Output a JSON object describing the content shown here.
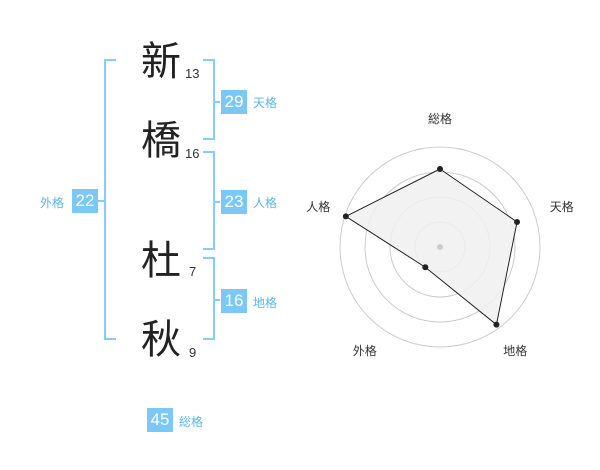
{
  "name": {
    "chars": [
      {
        "char": "新",
        "strokes": "13"
      },
      {
        "char": "橋",
        "strokes": "16"
      },
      {
        "char": "杜",
        "strokes": "7"
      },
      {
        "char": "秋",
        "strokes": "9"
      }
    ]
  },
  "kaku": {
    "tenkaku": {
      "value": "29",
      "label": "天格"
    },
    "jinkaku": {
      "value": "23",
      "label": "人格"
    },
    "chikaku": {
      "value": "16",
      "label": "地格"
    },
    "gaikaku": {
      "value": "22",
      "label": "外格"
    },
    "soukaku": {
      "value": "45",
      "label": "総格"
    }
  },
  "colors": {
    "accent": "#7bc8f6",
    "bracket": "#86cdf8",
    "label": "#5cb6ea",
    "radar_fill": "#f0f0f0",
    "radar_line": "#222222",
    "grid": "#cccccc"
  },
  "chart_data": {
    "type": "radar",
    "axes": [
      "総格",
      "天格",
      "地格",
      "外格",
      "人格"
    ],
    "values": [
      0.78,
      0.81,
      0.96,
      0.25,
      0.99
    ],
    "range": [
      0,
      1
    ],
    "rings": 4
  }
}
